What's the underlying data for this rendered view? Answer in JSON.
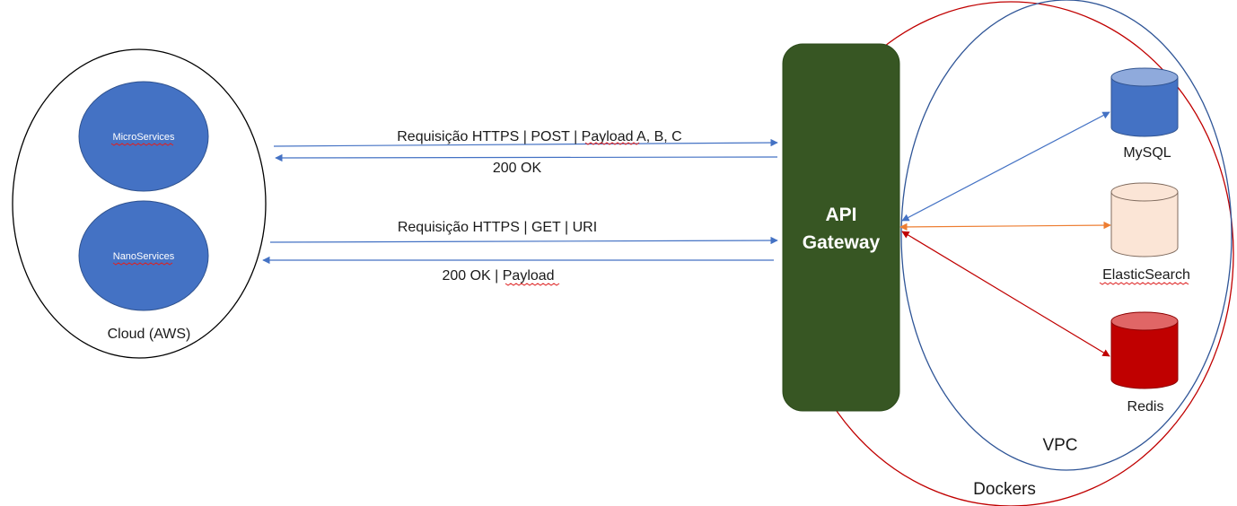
{
  "cloud": {
    "label": "Cloud (AWS)",
    "services": [
      {
        "label": "MicroServices"
      },
      {
        "label": "NanoServices"
      }
    ]
  },
  "gateway": {
    "line1": "API",
    "line2": "Gateway"
  },
  "flows": [
    {
      "label": "Requisição HTTPS | POST | Payload A, B, C"
    },
    {
      "label": "200 OK"
    },
    {
      "label": "Requisição HTTPS | GET | URI"
    },
    {
      "label": "200 OK | Payload"
    }
  ],
  "databases": [
    {
      "label": "MySQL"
    },
    {
      "label": "ElasticSearch"
    },
    {
      "label": "Redis"
    }
  ],
  "regions": {
    "vpc": "VPC",
    "dockers": "Dockers"
  },
  "colors": {
    "service_fill": "#4472c4",
    "gateway_fill": "#375623",
    "mysql_body": "#4472c4",
    "mysql_top": "#8faadc",
    "elastic_body": "#fbe5d6",
    "redis_body": "#c00000",
    "redis_top": "#e06666",
    "arrow_blue": "#4472c4",
    "arrow_orange": "#ed7d31",
    "arrow_red": "#c00000",
    "vpc_stroke": "#2f5597",
    "dockers_stroke": "#c00000"
  }
}
